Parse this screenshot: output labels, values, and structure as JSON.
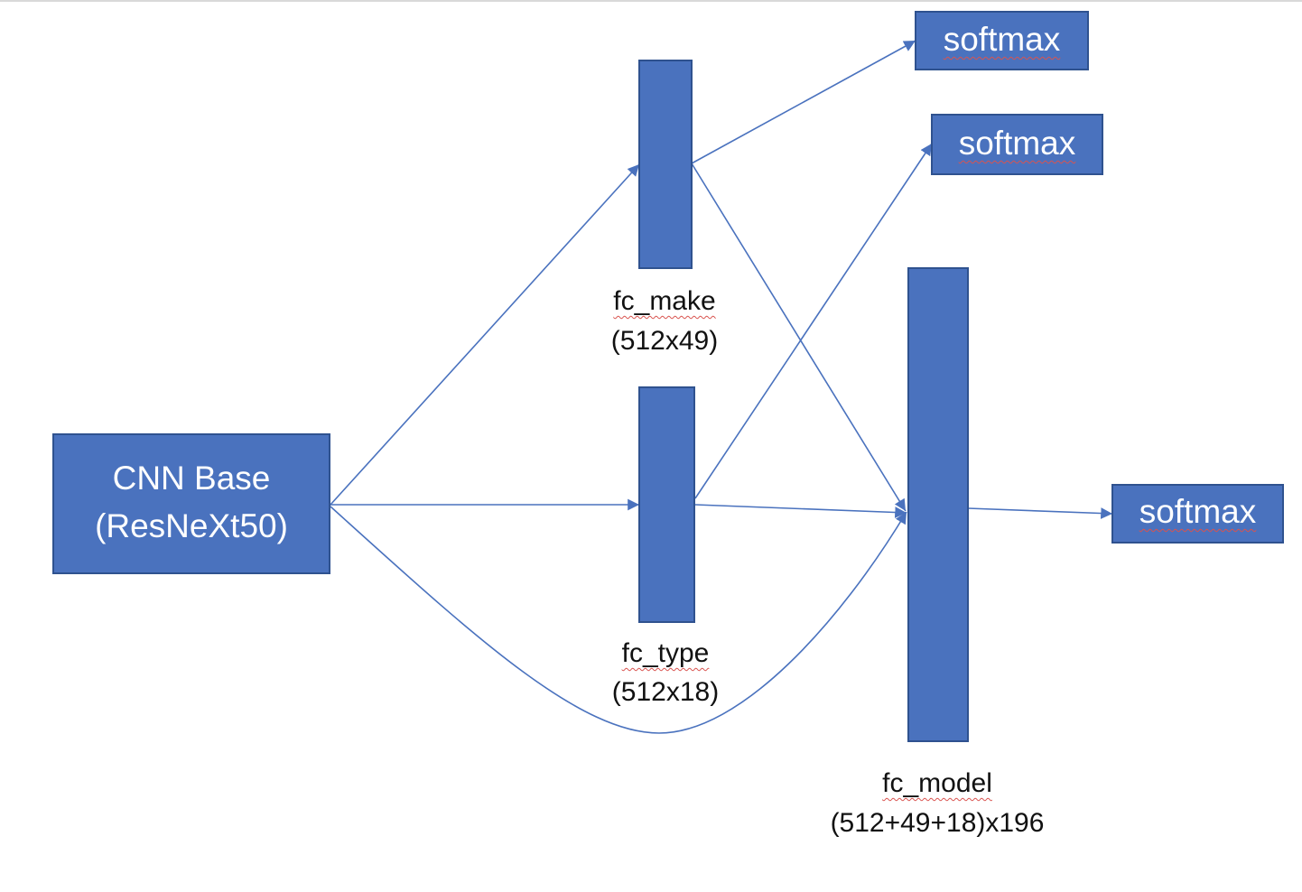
{
  "diagram": {
    "cnn_base": {
      "line1": "CNN Base",
      "line2": "(ResNeXt50)"
    },
    "fc_make": {
      "name": "fc_make",
      "dims": "(512x49)"
    },
    "fc_type": {
      "name": "fc_type",
      "dims": "(512x18)"
    },
    "fc_model": {
      "name": "fc_model",
      "dims": "(512+49+18)x196"
    },
    "softmax_make": {
      "label": "softmax"
    },
    "softmax_type": {
      "label": "softmax"
    },
    "softmax_model": {
      "label": "softmax"
    },
    "colors": {
      "box_fill": "#4a72be",
      "box_border": "#2f528f",
      "connector": "#4a72be",
      "spellcheck": "#d9534f"
    }
  }
}
